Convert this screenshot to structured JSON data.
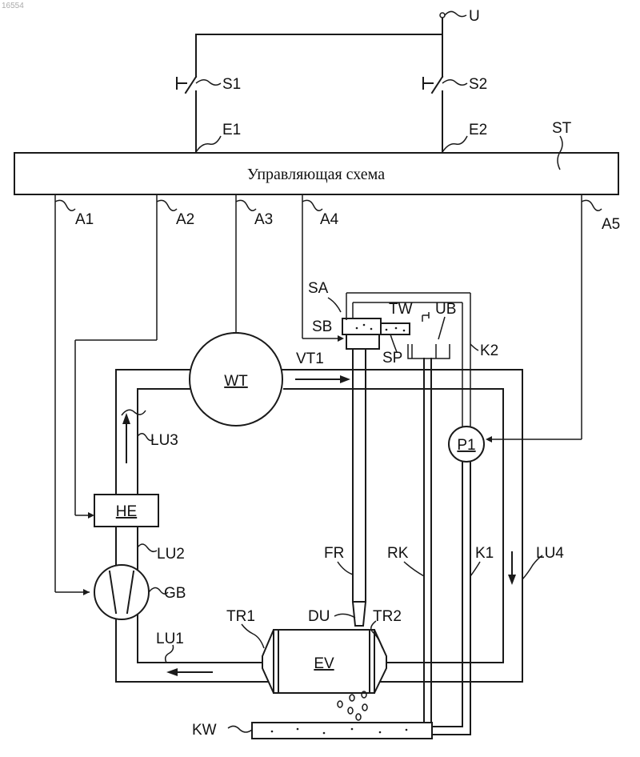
{
  "corner_number": "16554",
  "controller_text": "Управляющая схема",
  "labels": {
    "U": "U",
    "S1": "S1",
    "S2": "S2",
    "E1": "E1",
    "E2": "E2",
    "ST": "ST",
    "A1": "A1",
    "A2": "A2",
    "A3": "A3",
    "A4": "A4",
    "A5": "A5",
    "SA": "SA",
    "SB": "SB",
    "TW": "TW",
    "UB": "UB",
    "SP": "SP",
    "VT1": "VT1",
    "K2": "K2",
    "LU3": "LU3",
    "LU2": "LU2",
    "LU1": "LU1",
    "LU4": "LU4",
    "GB": "GB",
    "FR": "FR",
    "RK": "RK",
    "K1": "K1",
    "DU": "DU",
    "TR1": "TR1",
    "TR2": "TR2",
    "KW": "KW"
  },
  "components": {
    "WT": "WT",
    "P1": "P1",
    "HE": "HE",
    "EV": "EV"
  }
}
